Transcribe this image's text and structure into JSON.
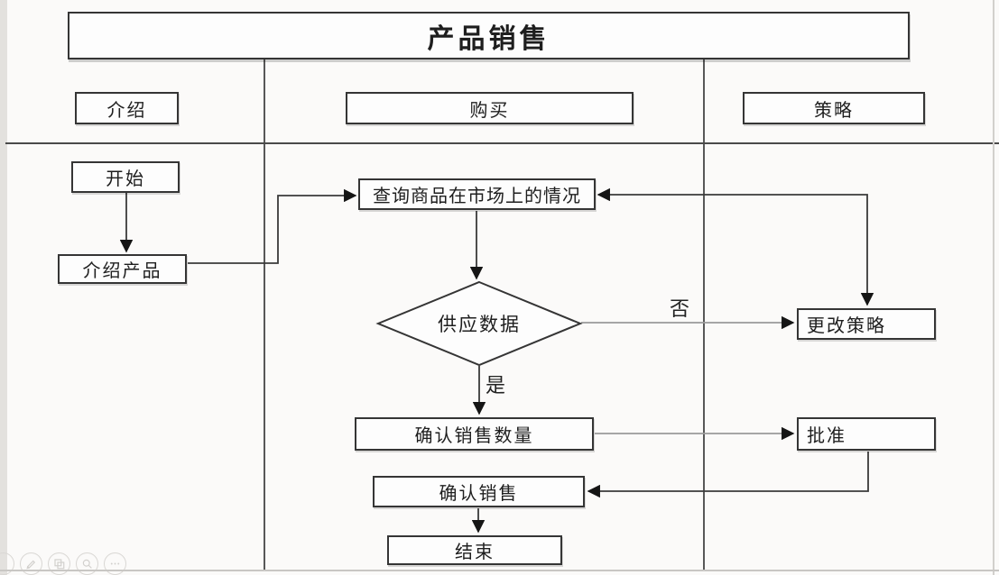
{
  "title": "产品销售",
  "lanes": [
    {
      "label": "介绍"
    },
    {
      "label": "购买"
    },
    {
      "label": "策略"
    }
  ],
  "nodes": {
    "start": "开始",
    "introduce_product": "介绍产品",
    "query_market": "查询商品在市场上的情况",
    "supply_data_decision": "供应数据",
    "change_strategy": "更改策略",
    "confirm_sales_quantity": "确认销售数量",
    "approve": "批准",
    "confirm_sale": "确认销售",
    "end": "结束"
  },
  "edge_labels": {
    "no": "否",
    "yes": "是"
  },
  "colors": {
    "line": "#3a3a3a",
    "light_line": "#999999",
    "box_border": "#353535",
    "box_fill": "#fdfdfd",
    "background": "#fbfaf9",
    "watermark": "#d5d3d0"
  },
  "toolbar_icons": [
    {
      "name": "partial-circle-icon"
    },
    {
      "name": "edit-pencil-icon"
    },
    {
      "name": "picture-icon"
    },
    {
      "name": "zoom-icon"
    },
    {
      "name": "more-icon"
    }
  ]
}
